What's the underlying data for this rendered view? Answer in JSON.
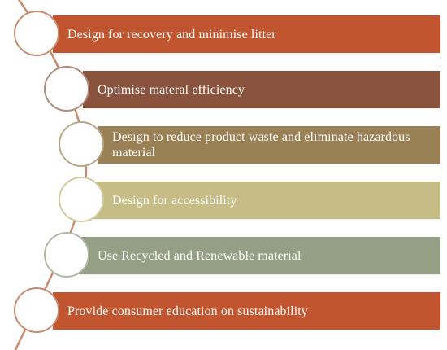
{
  "steps": [
    {
      "label": "Design for recovery and minimise  litter",
      "color": "#c1552f"
    },
    {
      "label": "Optimise materal efficiency",
      "color": "#8a533e"
    },
    {
      "label": "Design to reduce product waste and eliminate hazardous material",
      "color": "#9a8055"
    },
    {
      "label": "Design for accessibility",
      "color": "#c5bc86"
    },
    {
      "label": "Use Recycled and Renewable material",
      "color": "#949f86"
    },
    {
      "label": "Provide consumer education on sustainability",
      "color": "#c1552f"
    }
  ],
  "connector_color": "#c98a6e"
}
